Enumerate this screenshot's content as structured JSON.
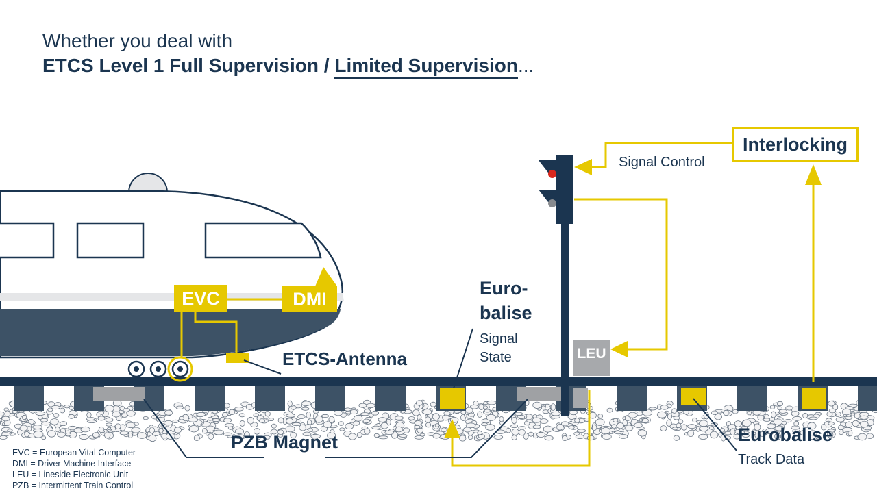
{
  "title": {
    "line1": "Whether you deal with",
    "line2_bold": "ETCS Level 1 Full Supervision / ",
    "line2_underlined": "Limited Supervision",
    "line2_suffix": "..."
  },
  "labels": {
    "evc": "EVC",
    "dmi": "DMI",
    "leu": "LEU",
    "interlocking": "Interlocking",
    "signal_control": "Signal Control",
    "etcs_antenna": "ETCS-Antenna",
    "eurobalise_top_1": "Euro-",
    "eurobalise_top_2": "balise",
    "signal_state_1": "Signal",
    "signal_state_2": "State",
    "pzb_magnet": "PZB Magnet",
    "eurobalise_bottom": "Eurobalise",
    "track_data": "Track Data"
  },
  "legend": [
    "EVC = European Vital Computer",
    "DMI = Driver Machine Interface",
    "LEU = Lineside Electronic Unit",
    "PZB = Intermittent Train Control"
  ],
  "colors": {
    "navy": "#1b3550",
    "yellow": "#e6c800",
    "gray": "#a7a9ac",
    "signal_red": "#d9281e"
  }
}
